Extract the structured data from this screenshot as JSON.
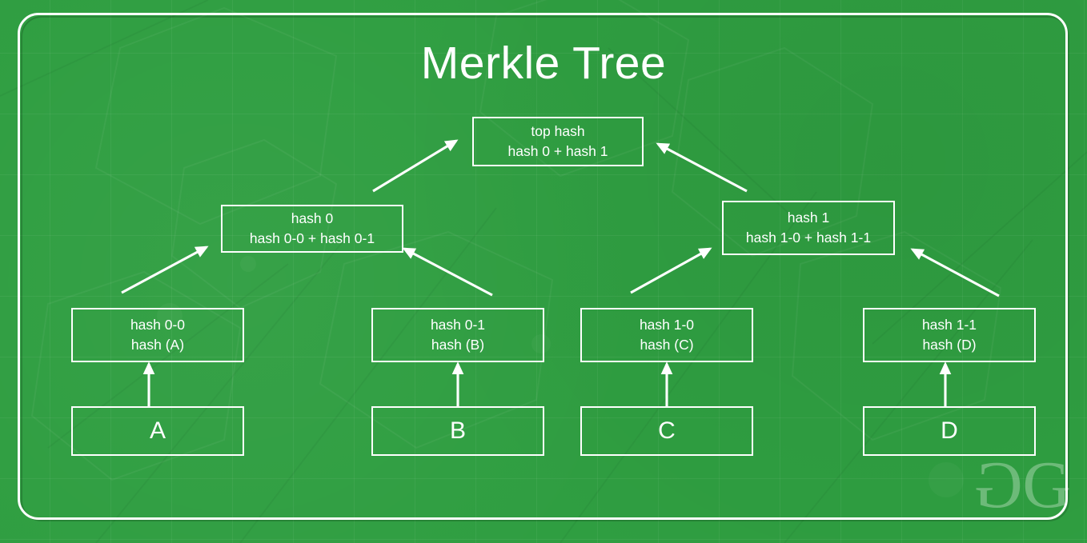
{
  "diagram": {
    "title": "Merkle Tree",
    "accent_color": "#2f9e41",
    "line_color": "#ffffff",
    "watermark": {
      "left_glyph": "G",
      "right_glyph": "G",
      "name": "geeksforgeeks-watermark"
    }
  },
  "nodes": {
    "root": {
      "line1": "top hash",
      "line2": "hash 0 + hash 1"
    },
    "internal": [
      {
        "line1": "hash 0",
        "line2": "hash 0-0 + hash 0-1"
      },
      {
        "line1": "hash 1",
        "line2": "hash 1-0 + hash 1-1"
      }
    ],
    "leaves": [
      {
        "line1": "hash 0-0",
        "line2": "hash (A)"
      },
      {
        "line1": "hash 0-1",
        "line2": "hash (B)"
      },
      {
        "line1": "hash 1-0",
        "line2": "hash (C)"
      },
      {
        "line1": "hash 1-1",
        "line2": "hash (D)"
      }
    ],
    "data_blocks": [
      {
        "label": "A"
      },
      {
        "label": "B"
      },
      {
        "label": "C"
      },
      {
        "label": "D"
      }
    ]
  }
}
